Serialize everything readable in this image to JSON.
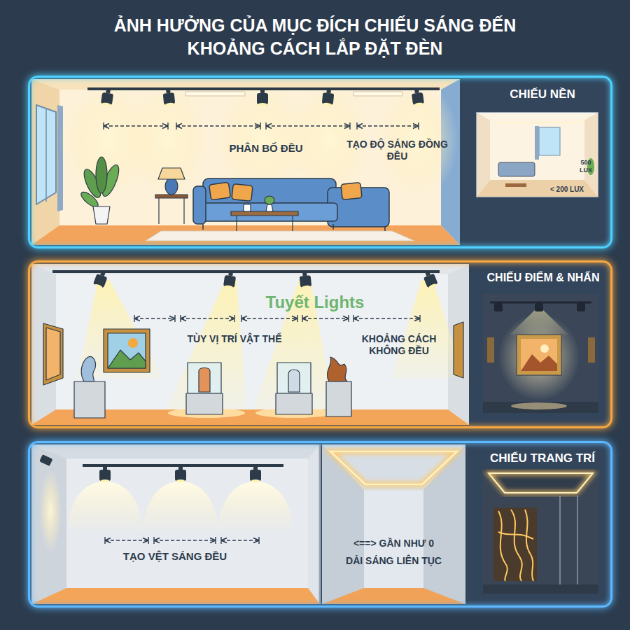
{
  "diagram": {
    "title": "ẢNH HƯỞNG CỦA MỤC ĐÍCH CHIẾU SÁNG ĐẾN KHOẢNG CÁCH LẮP ĐẶT ĐÈN",
    "nodes": [
      {
        "text": [
          "CHIẾU NỀN"
        ]
      },
      {
        "text": [
          "PHÂN BỐ ĐỀU",
          "TẠO ĐỘ SÁNG ĐỒNG ĐỀU"
        ],
        "in": 0
      },
      {
        "text": [
          "500 LUX",
          "< 200 LUX"
        ],
        "in": 0
      },
      {
        "text": [
          "CHIẾU ĐIỂM & NHẤN"
        ]
      },
      {
        "text": [
          "TÙY VỊ TRÍ VẬT THỂ",
          "KHOẢNG CÁCH KHÔNG ĐỀU"
        ],
        "in": 3
      },
      {
        "text": [
          "CHIẾU TRANG TRÍ"
        ]
      },
      {
        "text": [
          "TẠO VỆT SÁNG ĐỀU"
        ],
        "in": 5
      },
      {
        "text": [
          "<==> GẦN NHƯ 0",
          "DẢI SÁNG LIÊN TỤC"
        ],
        "in": 5
      }
    ],
    "labels": [
      "Tuyết Lights"
    ]
  }
}
